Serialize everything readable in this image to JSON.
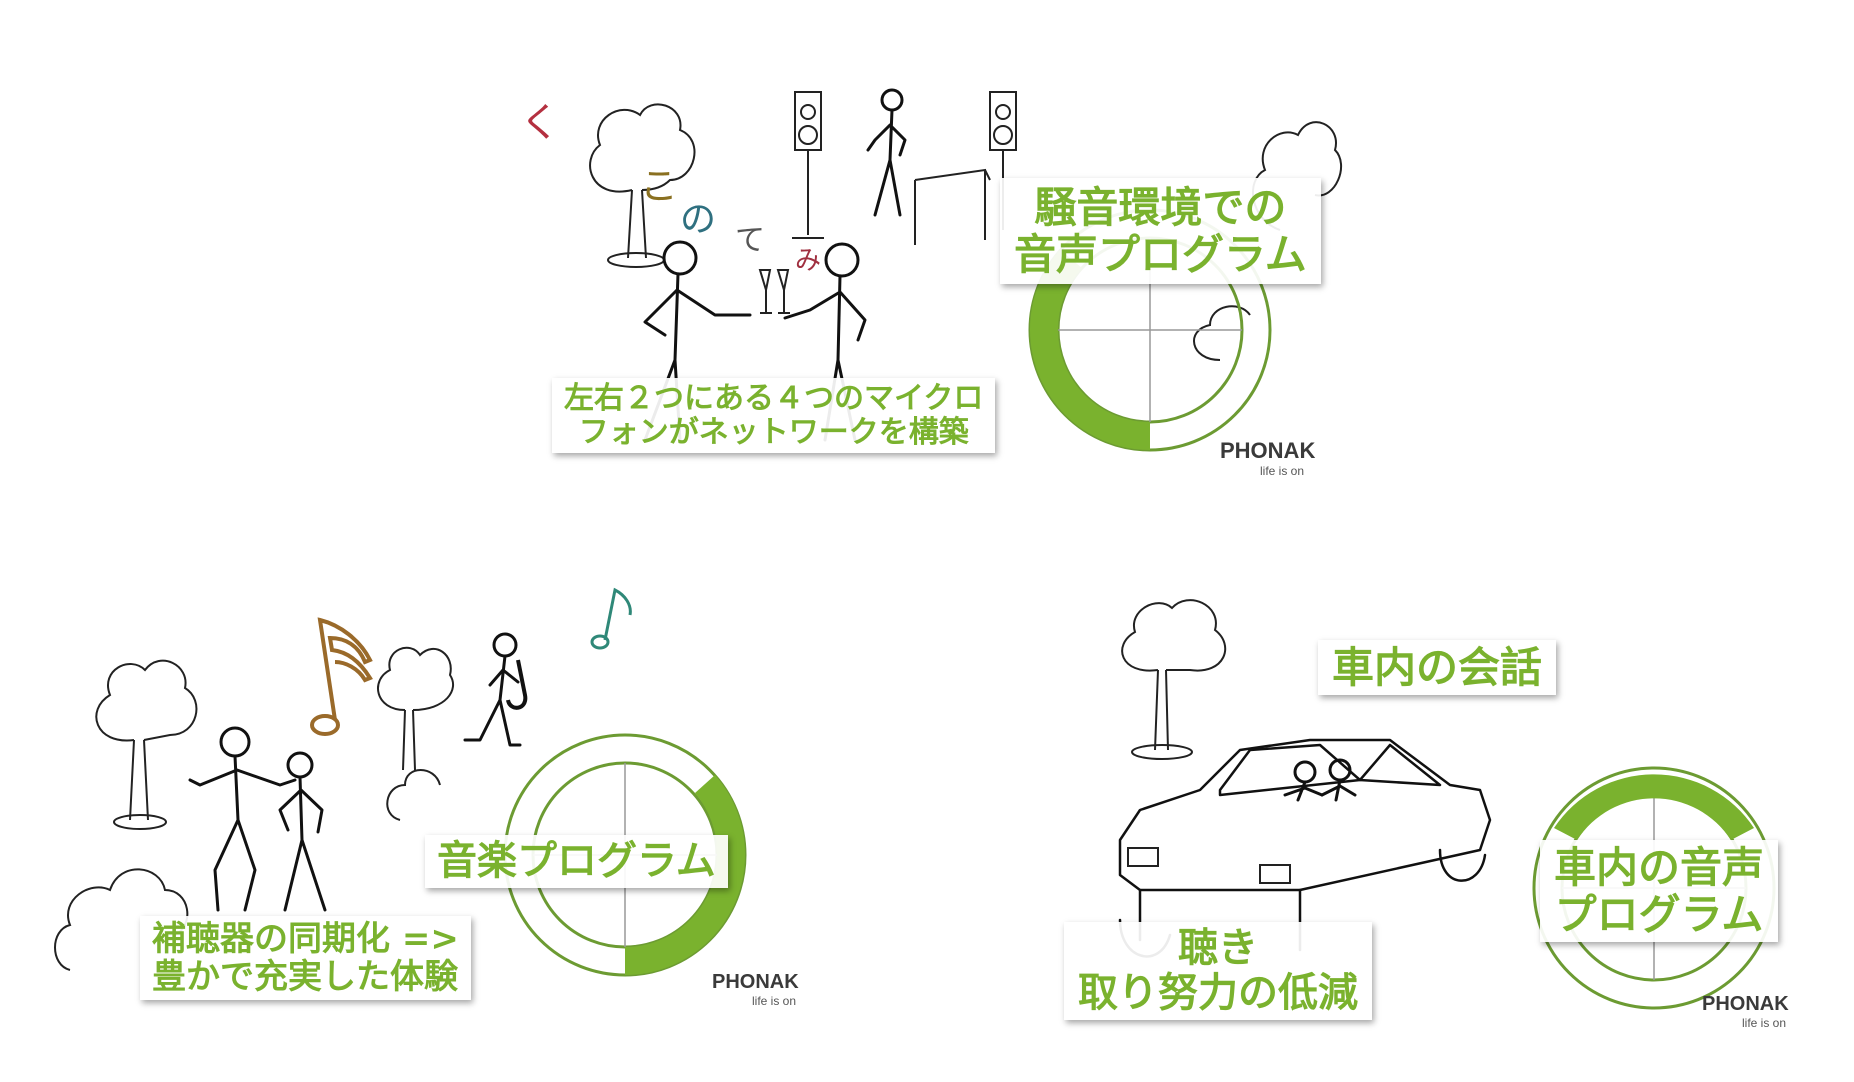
{
  "colors": {
    "accent": "#7ab22e",
    "ring": "#6c9b32",
    "background": "#ffffff"
  },
  "panel_top": {
    "floating_chars": [
      "く",
      "こ",
      "の",
      "て",
      "み"
    ],
    "title_label": {
      "line1": "騒音環境での",
      "line2": "音声プログラム"
    },
    "caption": {
      "line1": "左右２つにある４つのマイクロ",
      "line2": "フォンがネットワークを構築"
    },
    "brand": {
      "name": "PHONAK",
      "tagline": "life is on"
    },
    "icons": [
      "speaker-icon",
      "tree-icon",
      "stick-figure-icon",
      "wine-glass-icon",
      "program-ring-icon"
    ]
  },
  "panel_bottom_left": {
    "title_label": "音楽プログラム",
    "caption": {
      "line1": "補聴器の同期化 =>",
      "line2": "豊かで充実した体験"
    },
    "brand": {
      "name": "PHONAK",
      "tagline": "life is on"
    },
    "icons": [
      "music-note-icon",
      "saxophone-player-icon",
      "dancing-figure-icon",
      "tree-icon",
      "program-ring-icon"
    ]
  },
  "panel_bottom_right": {
    "top_label": "車内の会話",
    "title_label": {
      "line1": "車内の音声",
      "line2": "プログラム"
    },
    "caption": {
      "line1": "聴き",
      "line2": "取り努力の低減"
    },
    "brand": {
      "name": "PHONAK",
      "tagline": "life is on"
    },
    "icons": [
      "car-icon",
      "tree-icon",
      "passenger-icon",
      "program-ring-icon"
    ]
  }
}
